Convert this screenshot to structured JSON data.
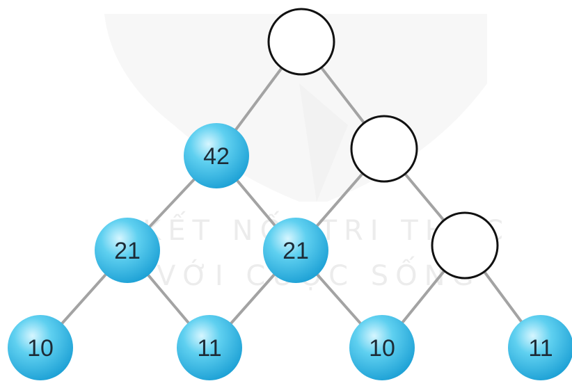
{
  "diagram": {
    "watermark": {
      "line1": "KẾT NỐI TRI THỨC",
      "line2": "VỚI CUỘC SỐNG"
    },
    "nodes": [
      {
        "id": "top",
        "label": "",
        "style": "empty"
      },
      {
        "id": "l1-left",
        "label": "42",
        "style": "filled"
      },
      {
        "id": "l1-right",
        "label": "",
        "style": "empty"
      },
      {
        "id": "l2-a",
        "label": "21",
        "style": "filled"
      },
      {
        "id": "l2-b",
        "label": "21",
        "style": "filled"
      },
      {
        "id": "l2-c",
        "label": "",
        "style": "empty"
      },
      {
        "id": "l3-a",
        "label": "10",
        "style": "filled"
      },
      {
        "id": "l3-b",
        "label": "11",
        "style": "filled"
      },
      {
        "id": "l3-c",
        "label": "10",
        "style": "filled"
      },
      {
        "id": "l3-d",
        "label": "11",
        "style": "filled"
      }
    ],
    "edges": [
      [
        "top",
        "l1-left"
      ],
      [
        "top",
        "l1-right"
      ],
      [
        "l1-left",
        "l2-a"
      ],
      [
        "l1-left",
        "l2-b"
      ],
      [
        "l1-right",
        "l2-b"
      ],
      [
        "l1-right",
        "l2-c"
      ],
      [
        "l2-a",
        "l3-a"
      ],
      [
        "l2-a",
        "l3-b"
      ],
      [
        "l2-b",
        "l3-b"
      ],
      [
        "l2-b",
        "l3-c"
      ],
      [
        "l2-c",
        "l3-c"
      ],
      [
        "l2-c",
        "l3-d"
      ]
    ],
    "colors": {
      "fill_light": "#d6f6ff",
      "fill_mid": "#5fd0f0",
      "fill_dark": "#1fa2d6",
      "edge": "#a3a3a3",
      "outline": "#111111",
      "label": "#1d2b36"
    }
  }
}
